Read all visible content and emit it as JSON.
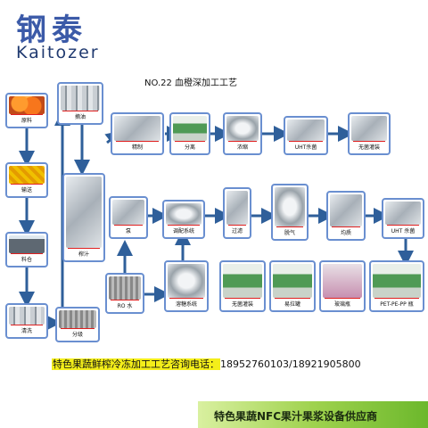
{
  "brand": {
    "name_cn": "钢泰",
    "name_en": "Kaitozer"
  },
  "title": "NO.22  血橙深加工工艺",
  "steps": {
    "raw": "原料",
    "transport": "输送",
    "storage": "料仓",
    "wash": "清洗",
    "grade": "分级",
    "select": "摘油",
    "juice": "榨汁",
    "refine": "精制",
    "separate": "分离",
    "concentrate": "浓缩",
    "uht1": "UHT杀菌",
    "aseptic1": "无菌灌装",
    "pump": "泵",
    "blend": "调配系统",
    "filter": "过滤",
    "degas": "脱气",
    "homogenize": "均质",
    "uht2": "UHT 杀菌",
    "ro": "RO 水",
    "sugar": "溶糖系统",
    "aseptic2": "无菌灌装",
    "can": "易拉罐",
    "glass": "玻璃瓶",
    "pet": "PET-PE-PP  瓶"
  },
  "contact": {
    "label": "特色果蔬鲜榨冷冻加工工艺咨询电话：",
    "phones": "18952760103/18921905800"
  },
  "banner": "特色果蔬NFC果汁果浆设备供应商",
  "colors": {
    "brand": "#3b5aa8",
    "arrow": "#2f5f9a",
    "box_border": "#6a8fd0",
    "highlight": "#f4ee1a",
    "banner": "#8cc63f"
  }
}
